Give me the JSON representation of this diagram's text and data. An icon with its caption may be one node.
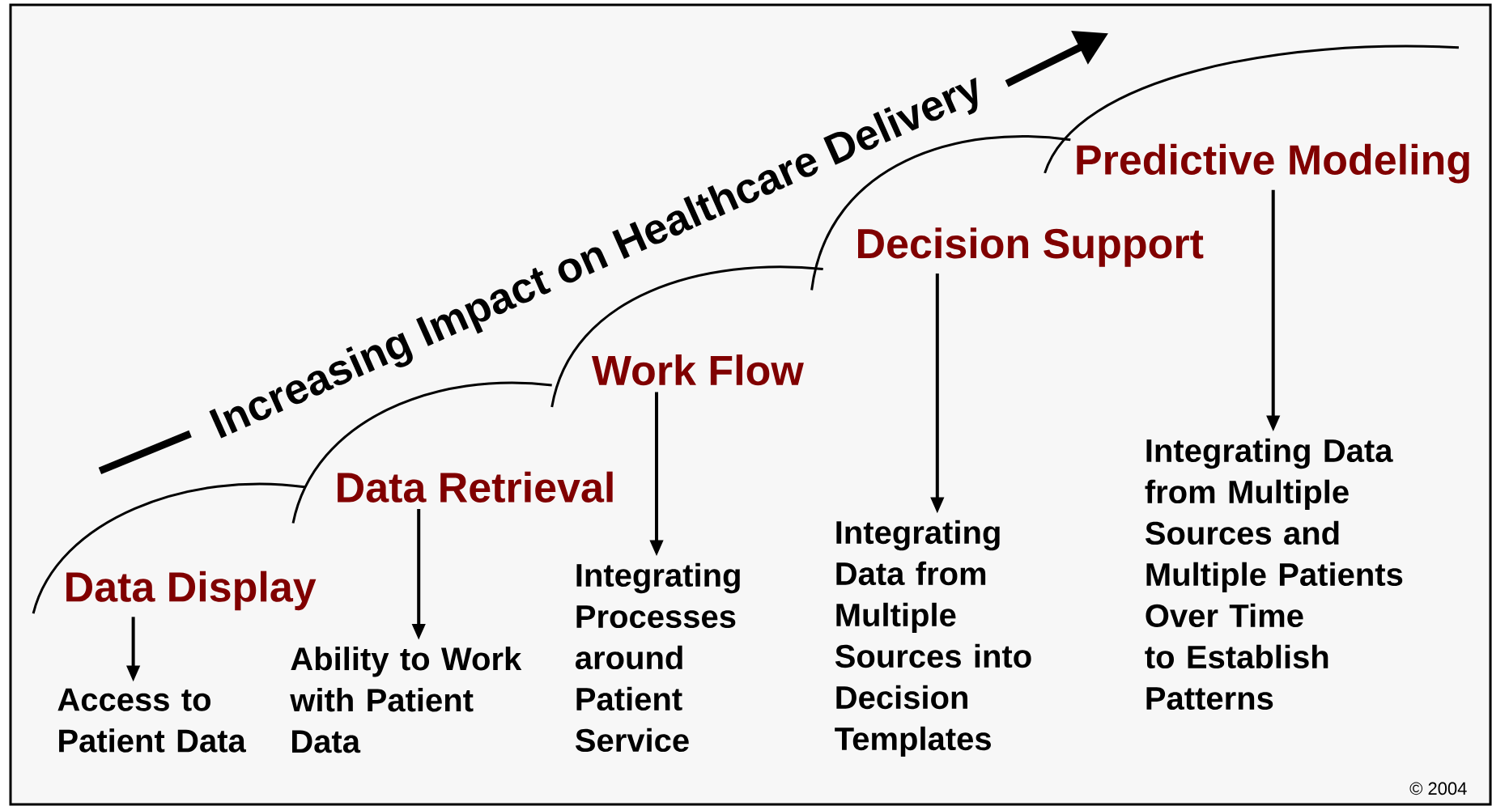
{
  "diagram": {
    "nodes": [
      {
        "text": [
          "Data Display"
        ]
      },
      {
        "text": [
          "Access to Patient Data"
        ]
      },
      {
        "text": [
          "Data Retrieval"
        ]
      },
      {
        "text": [
          "Ability to Work with Patient Data"
        ]
      },
      {
        "text": [
          "Work Flow"
        ]
      },
      {
        "text": [
          "Integrating Processes around Patient Service"
        ]
      },
      {
        "text": [
          "Decision Support"
        ]
      },
      {
        "text": [
          "Integrating Data from Multiple Sources into Decision Templates"
        ]
      },
      {
        "text": [
          "Predictive Modeling"
        ]
      },
      {
        "text": [
          "Integrating Data from Multiple Sources and Multiple Patients Over Time to Establish Patterns"
        ]
      }
    ],
    "edges": [
      {
        "from": 0,
        "to": 1,
        "arrow": "to"
      },
      {
        "from": 2,
        "to": 3,
        "arrow": "to"
      },
      {
        "from": 4,
        "to": 5,
        "arrow": "to"
      },
      {
        "from": 6,
        "to": 7,
        "arrow": "to"
      },
      {
        "from": 8,
        "to": 9,
        "arrow": "to"
      }
    ],
    "labels": [
      "Increasing Impact on Healthcare Delivery",
      "© 2004"
    ]
  }
}
